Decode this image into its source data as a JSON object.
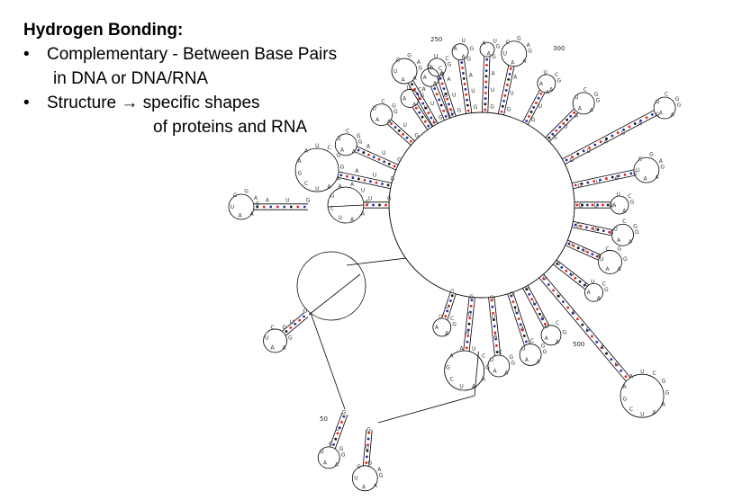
{
  "heading": "Hydrogen Bonding:",
  "bullets": [
    {
      "mark": "•",
      "line1": "Complementary - Between Base Pairs",
      "line2": "in DNA or DNA/RNA"
    },
    {
      "mark": "•",
      "line1": "Structure → specific shapes",
      "line2": "of proteins and RNA"
    }
  ],
  "diagram": {
    "position_labels": [
      "50",
      "250",
      "300",
      "500"
    ],
    "colors": {
      "strand": "#000000",
      "gc_bond": "#e0201c",
      "au_bond": "#2a2aa8",
      "gu_bond": "#111111"
    }
  }
}
